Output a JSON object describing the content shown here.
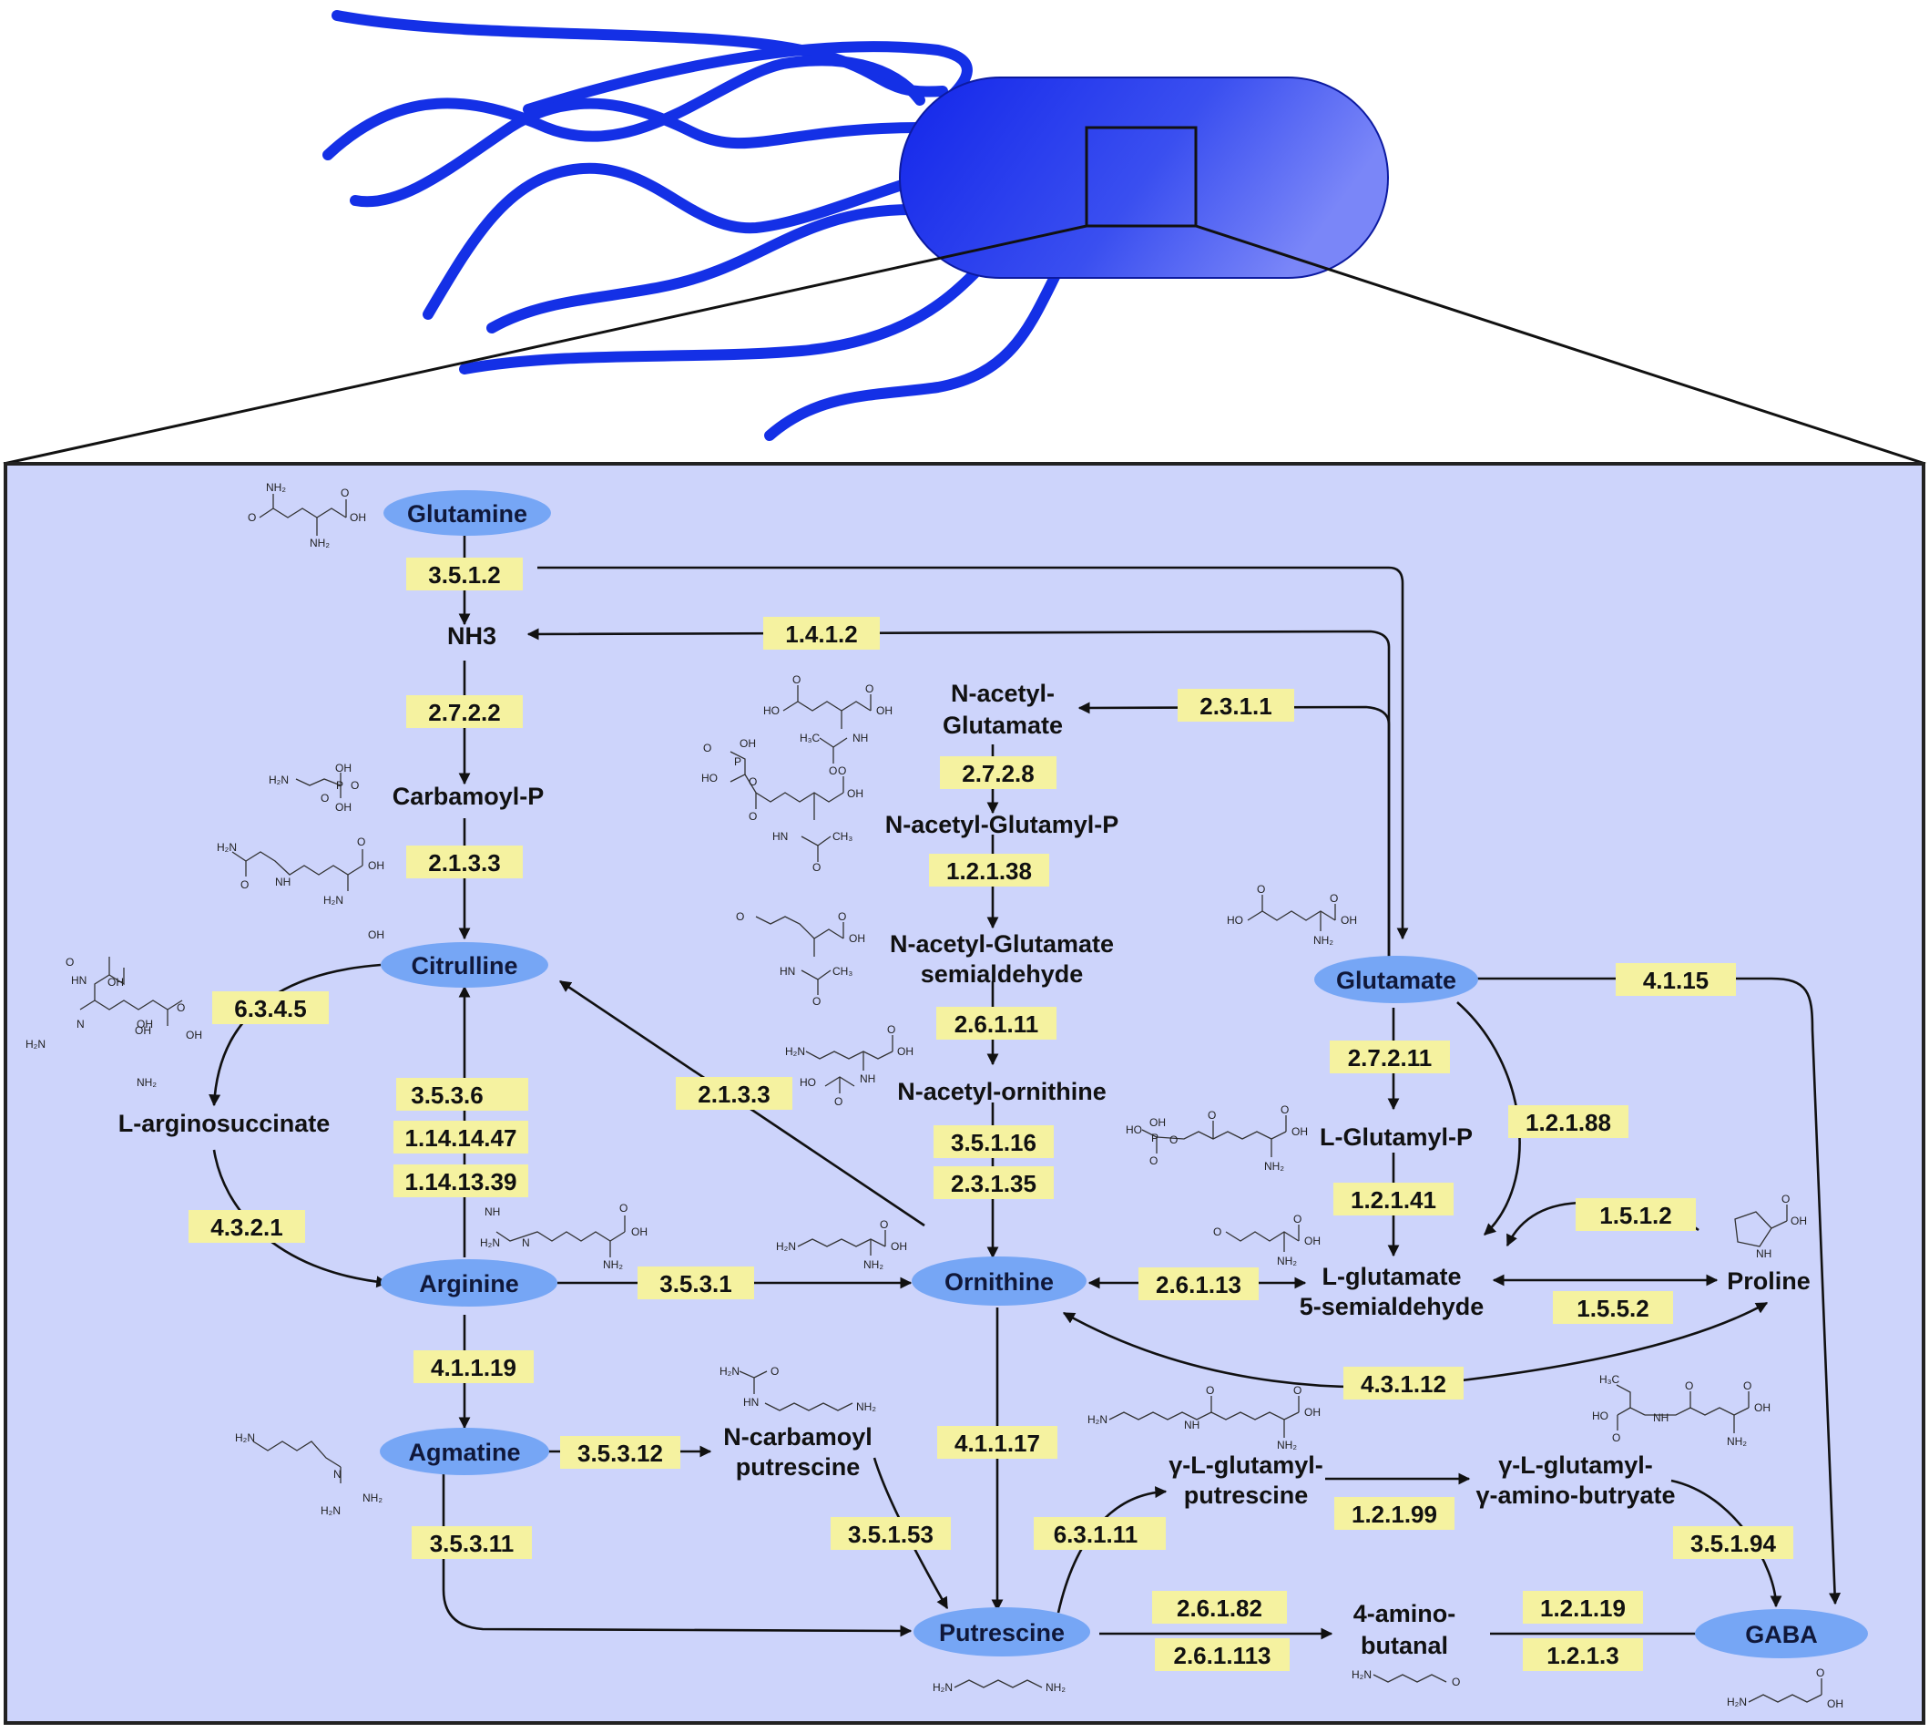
{
  "colors": {
    "panel_bg": "#cdd4fb",
    "node_fill": "#76a6f5",
    "enzyme_fill": "#f5f2a0",
    "bacterium": "#1f3be8",
    "flagella": "#1430e6"
  },
  "ovals": {
    "glutamine": "Glutamine",
    "citrulline": "Citrulline",
    "arginine": "Arginine",
    "agmatine": "Agmatine",
    "ornithine": "Ornithine",
    "glutamate": "Glutamate",
    "putrescine": "Putrescine",
    "gaba": "GABA"
  },
  "metabolites": {
    "nh3": "NH3",
    "carbamoyl_p": "Carbamoyl-P",
    "arginosuccinate": "L-arginosuccinate",
    "n_acetyl_glutamate_1": "N-acetyl-",
    "n_acetyl_glutamate_2": "Glutamate",
    "n_acetyl_glutamyl_p": "N-acetyl-Glutamyl-P",
    "n_acetyl_glutamate_semialdehyde_1": "N-acetyl-Glutamate",
    "n_acetyl_glutamate_semialdehyde_2": "semialdehyde",
    "n_acetyl_ornithine": "N-acetyl-ornithine",
    "l_glutamyl_p": "L-Glutamyl-P",
    "l_glutamate_semialdehyde_1": "L-glutamate",
    "l_glutamate_semialdehyde_2": "5-semialdehyde",
    "proline": "Proline",
    "n_carbamoyl_putrescine_1": "N-carbamoyl",
    "n_carbamoyl_putrescine_2": "putrescine",
    "glutamyl_putrescine_1": "γ-L-glutamyl-",
    "glutamyl_putrescine_2": "putrescine",
    "glutamyl_aminobutyrate_1": "γ-L-glutamyl-",
    "glutamyl_aminobutyrate_2": "γ-amino-butryate",
    "aminobutanal_1": "4-amino-",
    "aminobutanal_2": "butanal"
  },
  "enzymes": {
    "e_3_5_1_2": "3.5.1.2",
    "e_1_4_1_2": "1.4.1.2",
    "e_2_7_2_2": "2.7.2.2",
    "e_2_1_3_3_a": "2.1.3.3",
    "e_2_1_3_3_b": "2.1.3.3",
    "e_6_3_4_5": "6.3.4.5",
    "e_4_3_2_1": "4.3.2.1",
    "e_3_5_3_6": "3.5.3.6",
    "e_1_14_14_47": "1.14.14.47",
    "e_1_14_13_39": "1.14.13.39",
    "e_3_5_3_1": "3.5.3.1",
    "e_4_1_1_19": "4.1.1.19",
    "e_3_5_3_12": "3.5.3.12",
    "e_3_5_3_11": "3.5.3.11",
    "e_2_3_1_1": "2.3.1.1",
    "e_2_7_2_8": "2.7.2.8",
    "e_1_2_1_38": "1.2.1.38",
    "e_2_6_1_11": "2.6.1.11",
    "e_3_5_1_16": "3.5.1.16",
    "e_2_3_1_35": "2.3.1.35",
    "e_2_6_1_13": "2.6.1.13",
    "e_4_1_1_17": "4.1.1.17",
    "e_3_5_1_53": "3.5.1.53",
    "e_6_3_1_11": "6.3.1.11",
    "e_2_6_1_82": "2.6.1.82",
    "e_2_6_1_113": "2.6.1.113",
    "e_4_1_15": "4.1.15",
    "e_2_7_2_11": "2.7.2.11",
    "e_1_2_1_88": "1.2.1.88",
    "e_1_2_1_41": "1.2.1.41",
    "e_1_5_1_2": "1.5.1.2",
    "e_1_5_5_2": "1.5.5.2",
    "e_4_3_1_12": "4.3.1.12",
    "e_1_2_1_99": "1.2.1.99",
    "e_3_5_1_94": "3.5.1.94",
    "e_1_2_1_19": "1.2.1.19",
    "e_1_2_1_3": "1.2.1.3"
  },
  "chem": {
    "nh2": "NH₂",
    "oh": "OH",
    "ho": "HO",
    "o": "O",
    "p": "P",
    "nh": "NH",
    "hn": "HN",
    "h2n": "H₂N",
    "n": "N",
    "h3c": "H₃C",
    "ch3": "CH₃"
  }
}
